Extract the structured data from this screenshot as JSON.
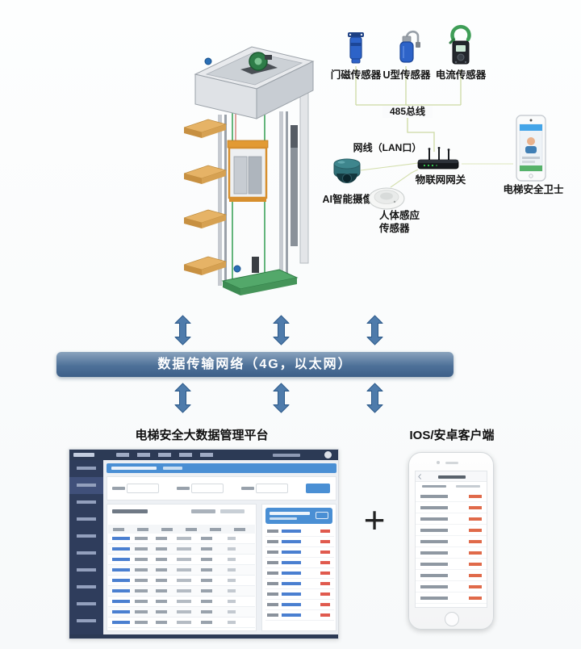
{
  "diagram_labels": {
    "door_sensor": "门磁传感器",
    "u_sensor": "U型传感器",
    "current_sensor": "电流传感器",
    "bus": "485总线",
    "lan": "网线（LAN口）",
    "gateway": "物联网网关",
    "guard": "电梯安全卫士",
    "camera": "AI智能摄像头",
    "human_sensor_line1": "人体感应",
    "human_sensor_line2": "传感器"
  },
  "network": {
    "banner": "数据传输网络（4G，以太网）"
  },
  "bottom_section": {
    "platform_title": "电梯安全大数据管理平台",
    "client_title": "IOS/安卓客户端",
    "plus": "+"
  },
  "colors": {
    "arrow_blue": "#4e7bab",
    "banner_blue": "#4e7199",
    "device_blue": "#2d63c8",
    "clamp_green": "#3f9e57",
    "cable_green": "#3fa35c",
    "dashboard_accent": "#4a8fd4",
    "dashboard_navy": "#2c3a55",
    "alert_red": "#e05a4e"
  }
}
